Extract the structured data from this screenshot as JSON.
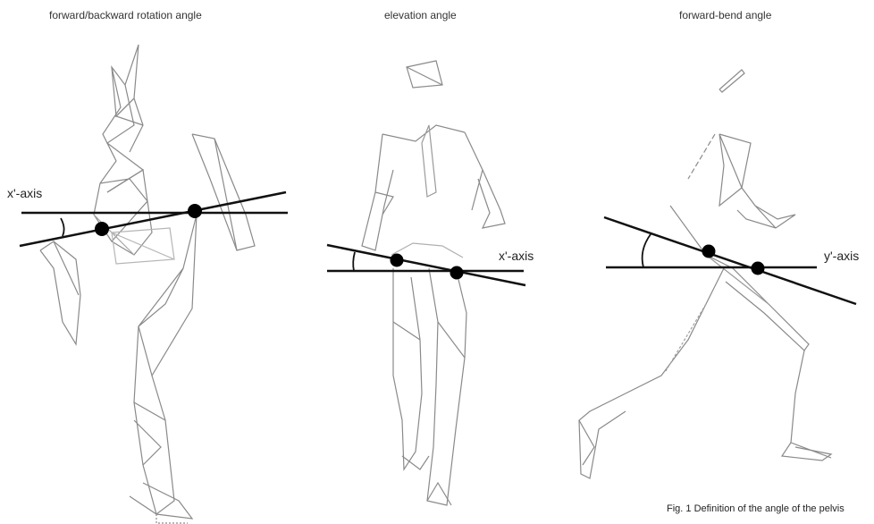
{
  "panels": [
    {
      "title": "forward/backward rotation angle",
      "axis_label": "x'-axis"
    },
    {
      "title": "elevation angle",
      "axis_label": "x'-axis"
    },
    {
      "title": "forward-bend angle",
      "axis_label": "y'-axis"
    }
  ],
  "caption": "Fig. 1 Definition of the angle of the pelvis",
  "colors": {
    "skeleton": "#8a8a8a",
    "axis": "#111111",
    "joint": "#000000"
  }
}
